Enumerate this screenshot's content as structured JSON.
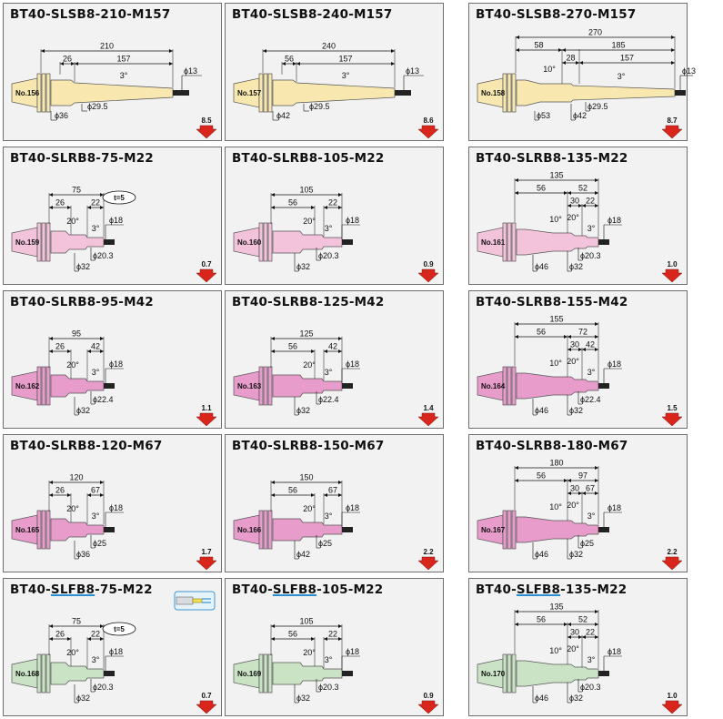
{
  "colors": {
    "yellow": "#f8e8b0",
    "pink": "#f3c3dc",
    "magenta": "#e79ccb",
    "green": "#c9e3c4",
    "arrow": "#d9261c"
  },
  "cards": [
    {
      "title": "BT40-SLSB8-210-M157",
      "no": "No.156",
      "weight": "8.5",
      "color": "yellow",
      "type": "slsb",
      "dims": {
        "L": "210",
        "A": "26",
        "B": "157",
        "dBody": "ϕ36",
        "dMid": "ϕ29.5",
        "dTip": "ϕ13",
        "angle": "3°"
      }
    },
    {
      "title": "BT40-SLSB8-240-M157",
      "no": "No.157",
      "weight": "8.6",
      "color": "yellow",
      "type": "slsb",
      "dims": {
        "L": "240",
        "A": "56",
        "B": "157",
        "dBody": "ϕ42",
        "dMid": "ϕ29.5",
        "dTip": "ϕ13",
        "angle": "3°"
      }
    },
    {
      "title": "BT40-SLSB8-270-M157",
      "no": "No.158",
      "weight": "8.7",
      "color": "yellow",
      "type": "slsb2",
      "dims": {
        "L": "270",
        "A": "58",
        "A2": "28",
        "B": "157",
        "B2": "185",
        "dBody": "ϕ53",
        "dBody2": "ϕ42",
        "dMid": "ϕ29.5",
        "dTip": "ϕ13",
        "angle": "3°",
        "angle2": "10°"
      }
    },
    {
      "title": "BT40-SLRB8-75-M22",
      "no": "No.159",
      "weight": "0.7",
      "color": "pink",
      "type": "short",
      "tag": "t=5",
      "dims": {
        "L": "75",
        "A": "26",
        "B": "22",
        "dBody": "ϕ32",
        "dMid": "ϕ20.3",
        "dTip": "ϕ18",
        "angle": "3°",
        "angle20": "20°"
      }
    },
    {
      "title": "BT40-SLRB8-105-M22",
      "no": "No.160",
      "weight": "0.9",
      "color": "pink",
      "type": "mid",
      "dims": {
        "L": "105",
        "A": "56",
        "B": "22",
        "dBody": "ϕ32",
        "dMid": "ϕ20.3",
        "dTip": "ϕ18",
        "angle": "3°",
        "angle20": "20°"
      }
    },
    {
      "title": "BT40-SLRB8-135-M22",
      "no": "No.161",
      "weight": "1.0",
      "color": "pink",
      "type": "long",
      "dims": {
        "L": "135",
        "A": "56",
        "A2": "30",
        "B": "22",
        "B2": "52",
        "dBody": "ϕ46",
        "dBody2": "ϕ32",
        "dMid": "ϕ20.3",
        "dTip": "ϕ18",
        "angle": "3°",
        "angle20": "20°",
        "angle2": "10°"
      }
    },
    {
      "title": "BT40-SLRB8-95-M42",
      "no": "No.162",
      "weight": "1.1",
      "color": "magenta",
      "type": "short",
      "dims": {
        "L": "95",
        "A": "26",
        "B": "42",
        "dBody": "ϕ32",
        "dMid": "ϕ22.4",
        "dTip": "ϕ18",
        "angle": "3°",
        "angle20": "20°"
      }
    },
    {
      "title": "BT40-SLRB8-125-M42",
      "no": "No.163",
      "weight": "1.4",
      "color": "magenta",
      "type": "mid",
      "dims": {
        "L": "125",
        "A": "56",
        "B": "42",
        "dBody": "ϕ32",
        "dMid": "ϕ22.4",
        "dTip": "ϕ18",
        "angle": "3°",
        "angle20": "20°"
      }
    },
    {
      "title": "BT40-SLRB8-155-M42",
      "no": "No.164",
      "weight": "1.5",
      "color": "magenta",
      "type": "long",
      "dims": {
        "L": "155",
        "A": "56",
        "A2": "30",
        "B": "42",
        "B2": "72",
        "dBody": "ϕ46",
        "dBody2": "ϕ32",
        "dMid": "ϕ22.4",
        "dTip": "ϕ18",
        "angle": "3°",
        "angle20": "20°",
        "angle2": "10°"
      }
    },
    {
      "title": "BT40-SLRB8-120-M67",
      "no": "No.165",
      "weight": "1.7",
      "color": "magenta",
      "type": "short",
      "dims": {
        "L": "120",
        "A": "26",
        "B": "67",
        "dBody": "ϕ36",
        "dMid": "ϕ25",
        "dTip": "ϕ18",
        "angle": "3°",
        "angle20": "20°"
      }
    },
    {
      "title": "BT40-SLRB8-150-M67",
      "no": "No.166",
      "weight": "2.2",
      "color": "magenta",
      "type": "mid",
      "dims": {
        "L": "150",
        "A": "56",
        "B": "67",
        "dBody": "ϕ42",
        "dMid": "ϕ25",
        "dTip": "ϕ18",
        "angle": "3°",
        "angle20": "20°"
      }
    },
    {
      "title": "BT40-SLRB8-180-M67",
      "no": "No.167",
      "weight": "2.2",
      "color": "magenta",
      "type": "long",
      "dims": {
        "L": "180",
        "A": "56",
        "A2": "30",
        "B": "67",
        "B2": "97",
        "dBody": "ϕ46",
        "dBody2": "ϕ32",
        "dMid": "ϕ25",
        "dTip": "ϕ18",
        "angle": "3°",
        "angle20": "20°",
        "angle2": "10°"
      }
    },
    {
      "title": "BT40-SLFB8-75-M22",
      "titleParts": [
        "BT40-",
        "SLFB8",
        "-75-M22"
      ],
      "no": "No.168",
      "weight": "0.7",
      "color": "green",
      "type": "short",
      "tag": "t=5",
      "icon": true,
      "dims": {
        "L": "75",
        "A": "26",
        "B": "22",
        "dBody": "ϕ32",
        "dMid": "ϕ20.3",
        "dTip": "ϕ18",
        "angle": "3°",
        "angle20": "20°"
      }
    },
    {
      "title": "BT40-SLFB8-105-M22",
      "titleParts": [
        "BT40-",
        "SLFB8",
        "-105-M22"
      ],
      "no": "No.169",
      "weight": "0.9",
      "color": "green",
      "type": "mid",
      "dims": {
        "L": "105",
        "A": "56",
        "B": "22",
        "dBody": "ϕ32",
        "dMid": "ϕ20.3",
        "dTip": "ϕ18",
        "angle": "3°",
        "angle20": "20°"
      }
    },
    {
      "title": "BT40-SLFB8-135-M22",
      "titleParts": [
        "BT40-",
        "SLFB8",
        "-135-M22"
      ],
      "no": "No.170",
      "weight": "1.0",
      "color": "green",
      "type": "long",
      "dims": {
        "L": "135",
        "A": "56",
        "A2": "30",
        "B": "22",
        "B2": "52",
        "dBody": "ϕ46",
        "dBody2": "ϕ32",
        "dMid": "ϕ20.3",
        "dTip": "ϕ18",
        "angle": "3°",
        "angle20": "20°",
        "angle2": "10°"
      }
    }
  ]
}
